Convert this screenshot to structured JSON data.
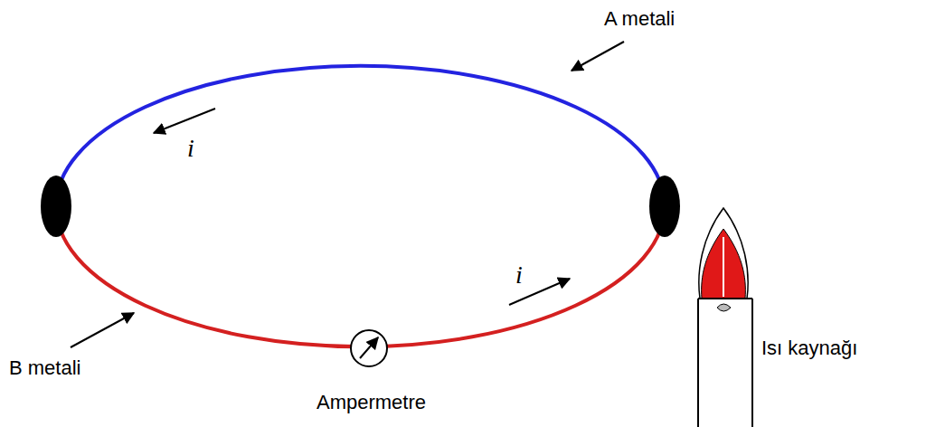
{
  "diagram": {
    "labels": [
      "A metali",
      "i",
      "i",
      "B metali",
      "Ampermetre",
      "Isı kaynağı"
    ]
  }
}
